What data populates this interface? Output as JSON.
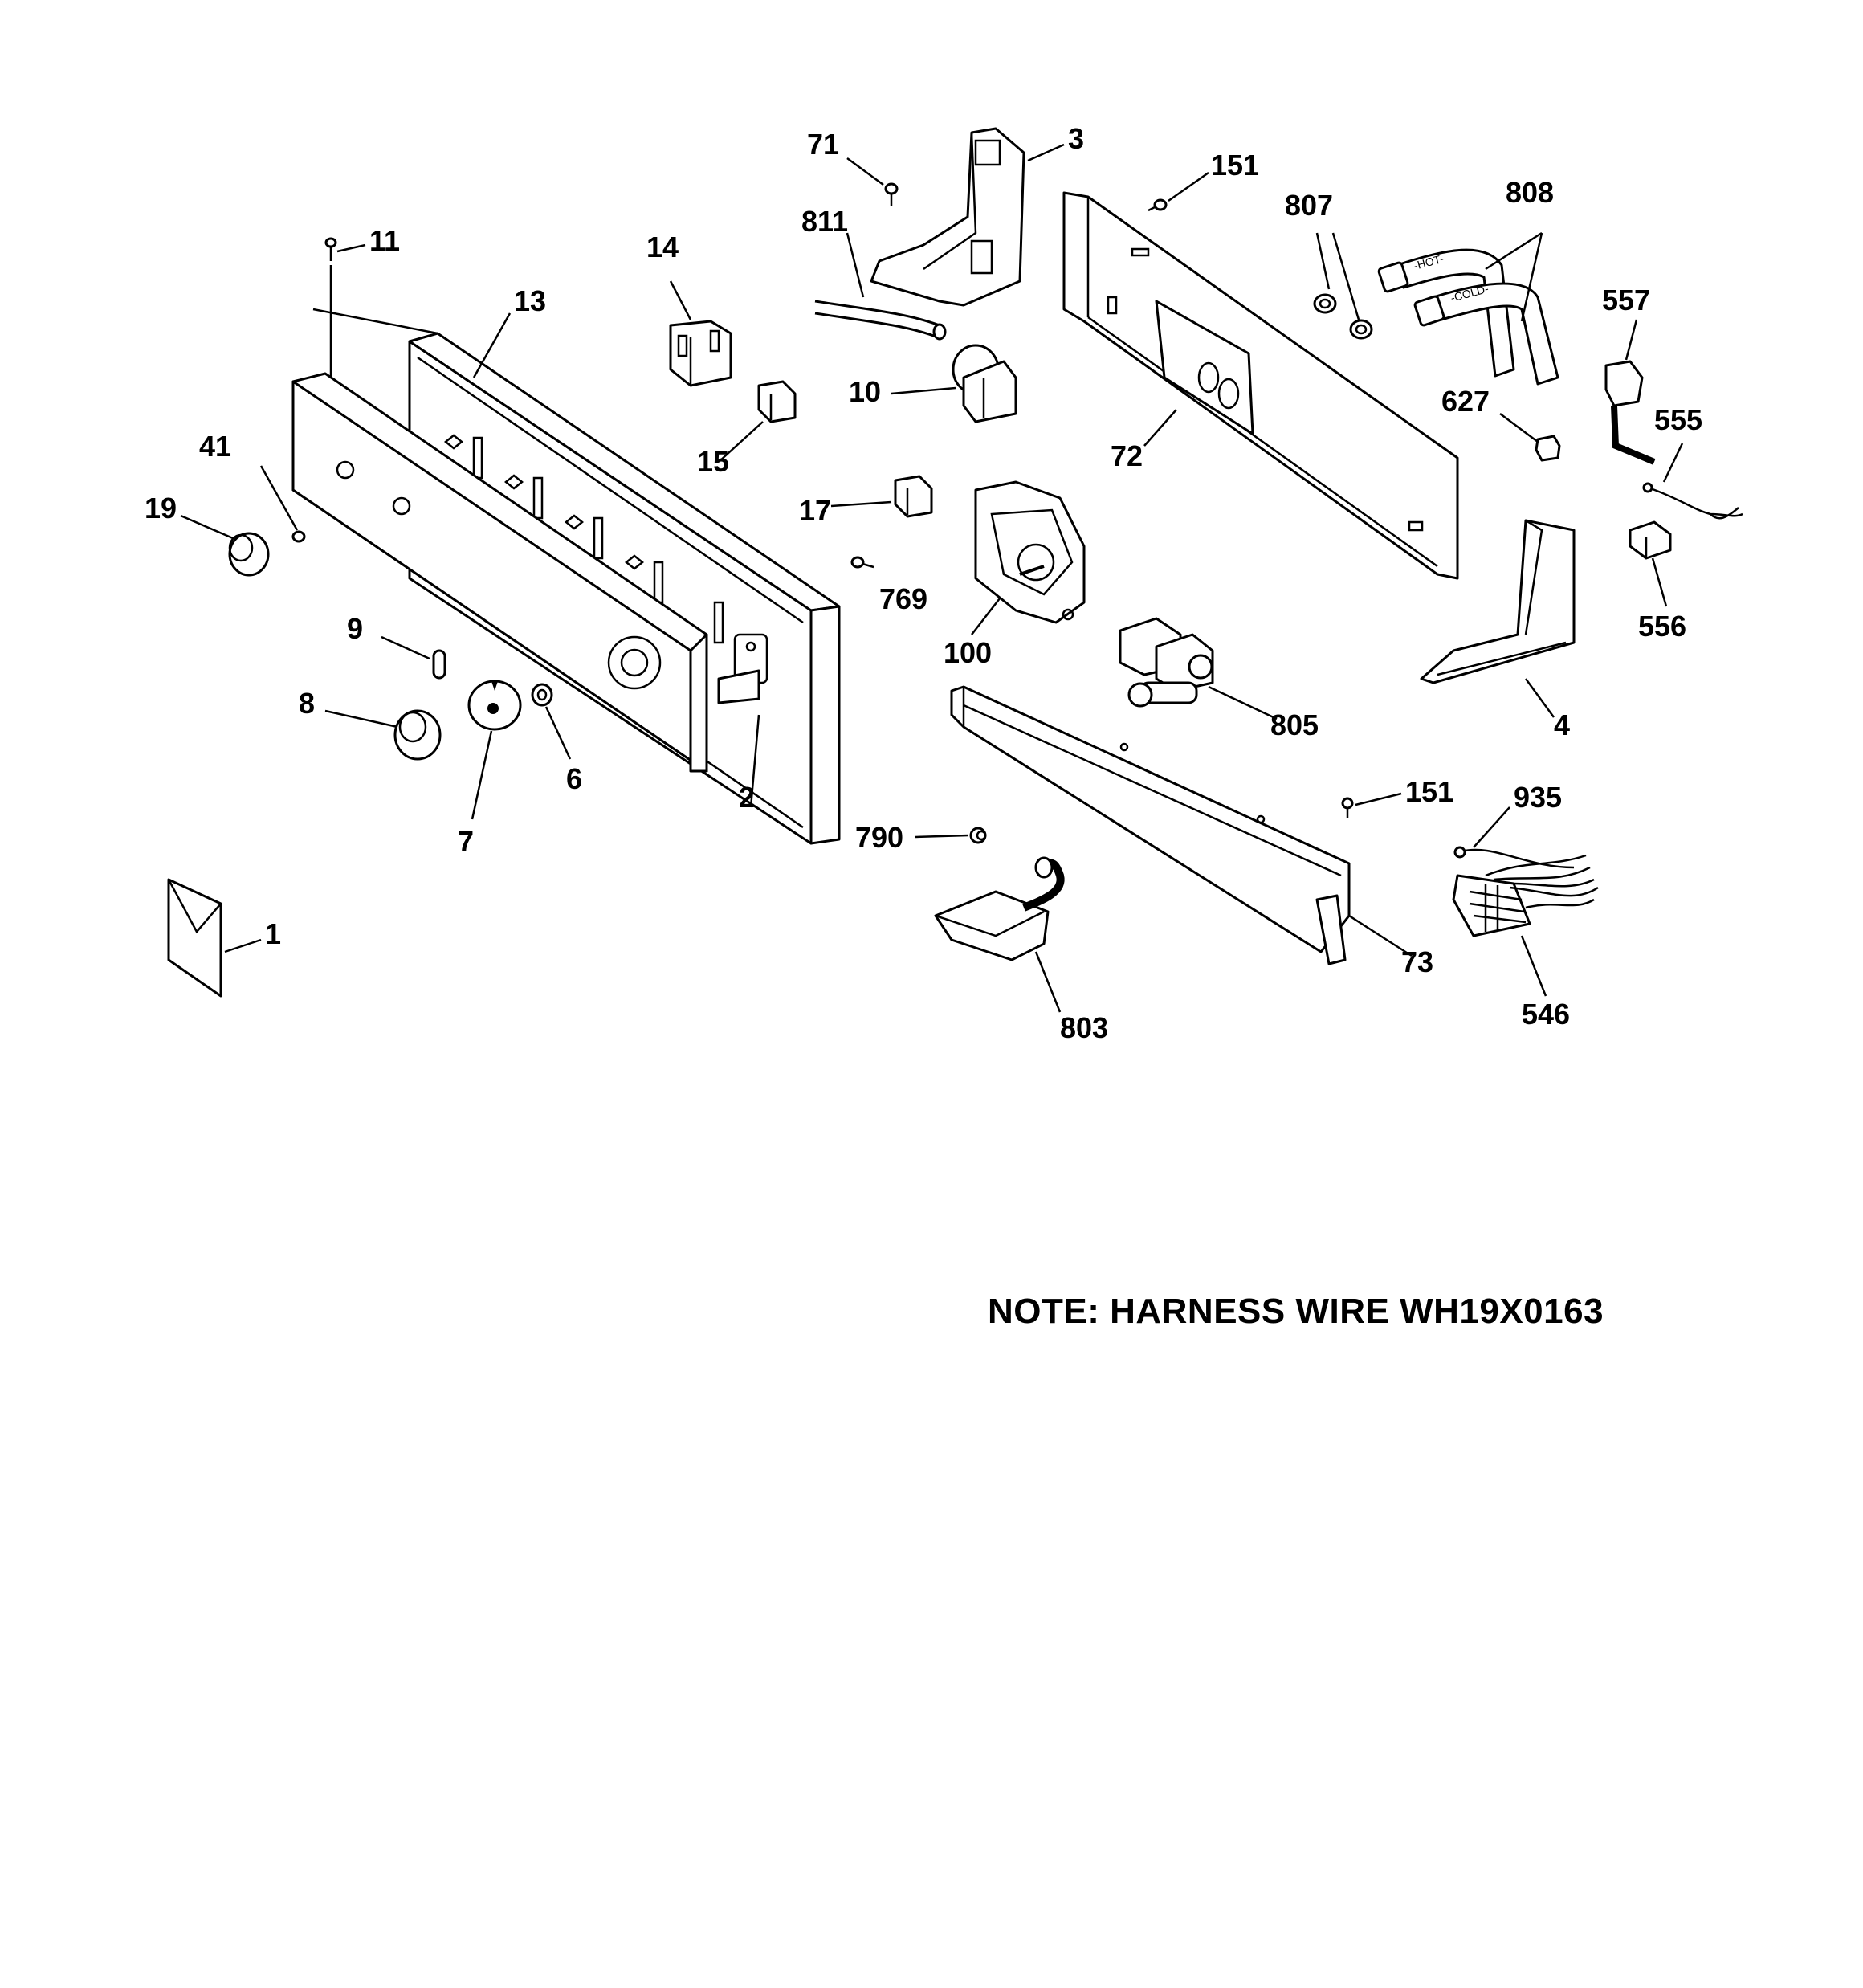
{
  "note": "NOTE: HARNESS WIRE WH19X0163",
  "callouts": [
    {
      "id": "c-1",
      "text": "1"
    },
    {
      "id": "c-2",
      "text": "2"
    },
    {
      "id": "c-3",
      "text": "3"
    },
    {
      "id": "c-4",
      "text": "4"
    },
    {
      "id": "c-6",
      "text": "6"
    },
    {
      "id": "c-7",
      "text": "7"
    },
    {
      "id": "c-8",
      "text": "8"
    },
    {
      "id": "c-9",
      "text": "9"
    },
    {
      "id": "c-10",
      "text": "10"
    },
    {
      "id": "c-11",
      "text": "11"
    },
    {
      "id": "c-13",
      "text": "13"
    },
    {
      "id": "c-14",
      "text": "14"
    },
    {
      "id": "c-15",
      "text": "15"
    },
    {
      "id": "c-17",
      "text": "17"
    },
    {
      "id": "c-19",
      "text": "19"
    },
    {
      "id": "c-41",
      "text": "41"
    },
    {
      "id": "c-71",
      "text": "71"
    },
    {
      "id": "c-72",
      "text": "72"
    },
    {
      "id": "c-73",
      "text": "73"
    },
    {
      "id": "c-100",
      "text": "100"
    },
    {
      "id": "c-151a",
      "text": "151"
    },
    {
      "id": "c-151b",
      "text": "151"
    },
    {
      "id": "c-546",
      "text": "546"
    },
    {
      "id": "c-555",
      "text": "555"
    },
    {
      "id": "c-556",
      "text": "556"
    },
    {
      "id": "c-557",
      "text": "557"
    },
    {
      "id": "c-627",
      "text": "627"
    },
    {
      "id": "c-769",
      "text": "769"
    },
    {
      "id": "c-790",
      "text": "790"
    },
    {
      "id": "c-803",
      "text": "803"
    },
    {
      "id": "c-805",
      "text": "805"
    },
    {
      "id": "c-807",
      "text": "807"
    },
    {
      "id": "c-808",
      "text": "808"
    },
    {
      "id": "c-811",
      "text": "811"
    },
    {
      "id": "c-935",
      "text": "935"
    }
  ],
  "hose_labels": {
    "hot": "-HOT-",
    "cold": "-COLD-"
  }
}
